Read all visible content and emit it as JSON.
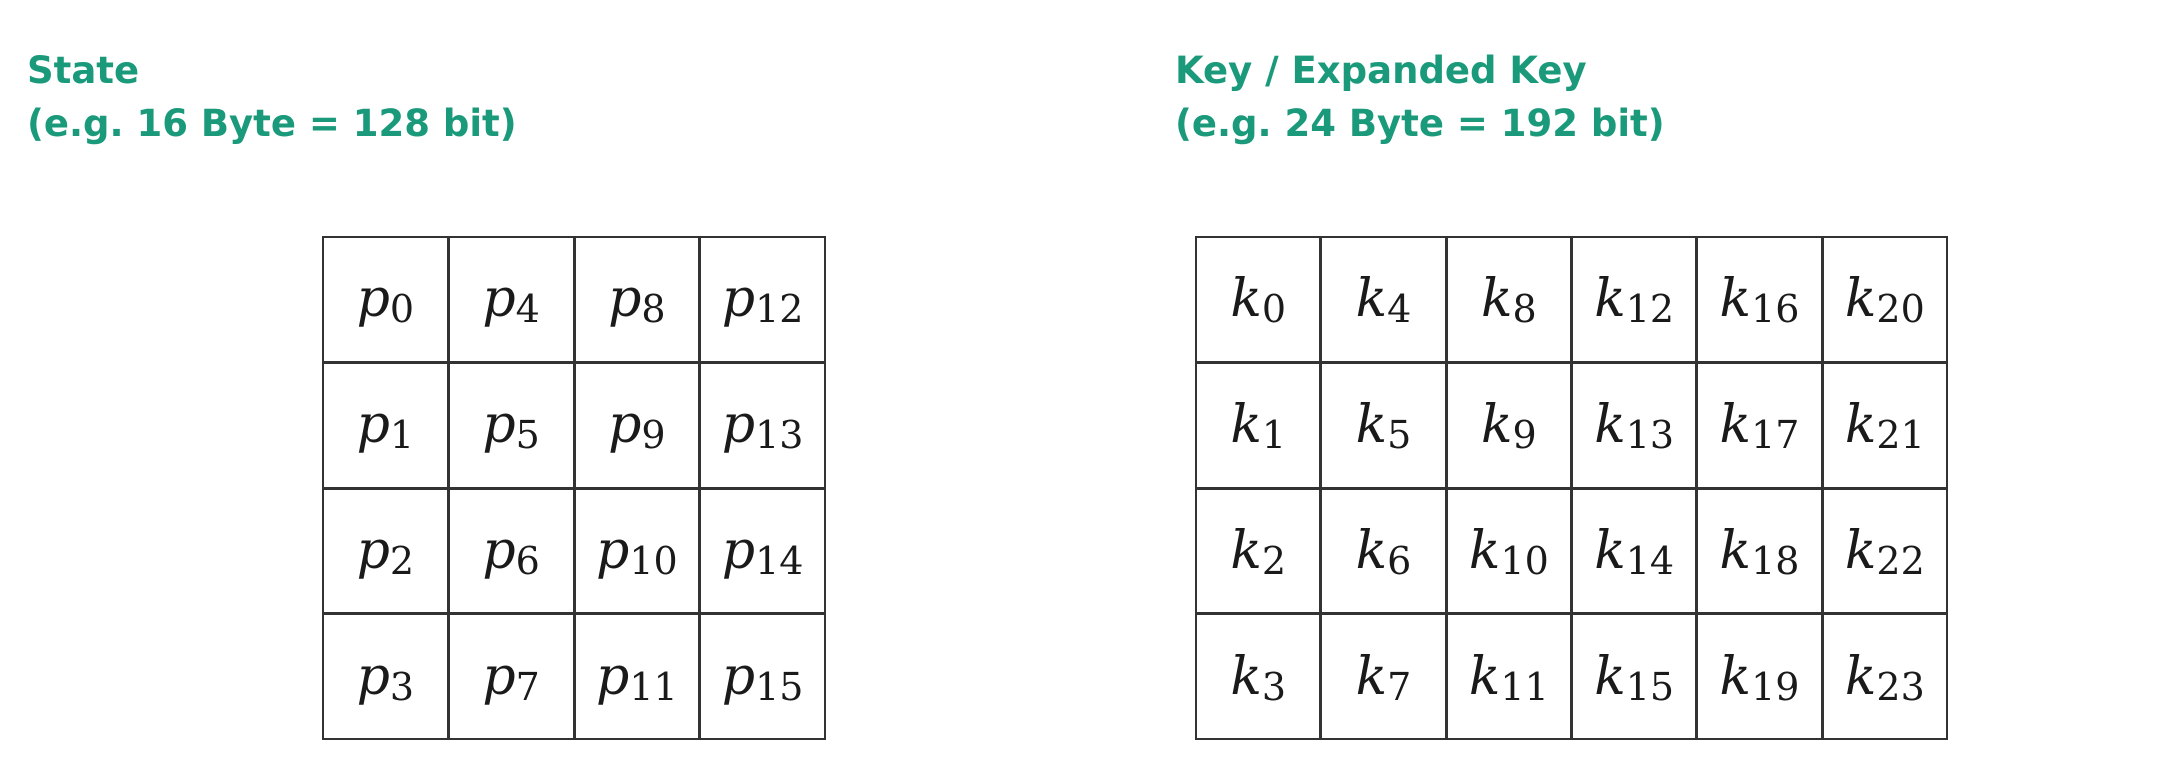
{
  "state": {
    "heading_line1": "State",
    "heading_line2": "(e.g. 16 Byte = 128 bit)",
    "variable": "p",
    "rows": [
      [
        "0",
        "4",
        "8",
        "12"
      ],
      [
        "1",
        "5",
        "9",
        "13"
      ],
      [
        "2",
        "6",
        "10",
        "14"
      ],
      [
        "3",
        "7",
        "11",
        "15"
      ]
    ]
  },
  "key": {
    "heading_line1": "Key / Expanded Key",
    "heading_line2": "(e.g. 24 Byte = 192 bit)",
    "variable": "k",
    "rows": [
      [
        "0",
        "4",
        "8",
        "12",
        "16",
        "20"
      ],
      [
        "1",
        "5",
        "9",
        "13",
        "17",
        "21"
      ],
      [
        "2",
        "6",
        "10",
        "14",
        "18",
        "22"
      ],
      [
        "3",
        "7",
        "11",
        "15",
        "19",
        "23"
      ]
    ]
  },
  "colors": {
    "heading": "#1a9a7a",
    "grid_border": "#333333"
  }
}
